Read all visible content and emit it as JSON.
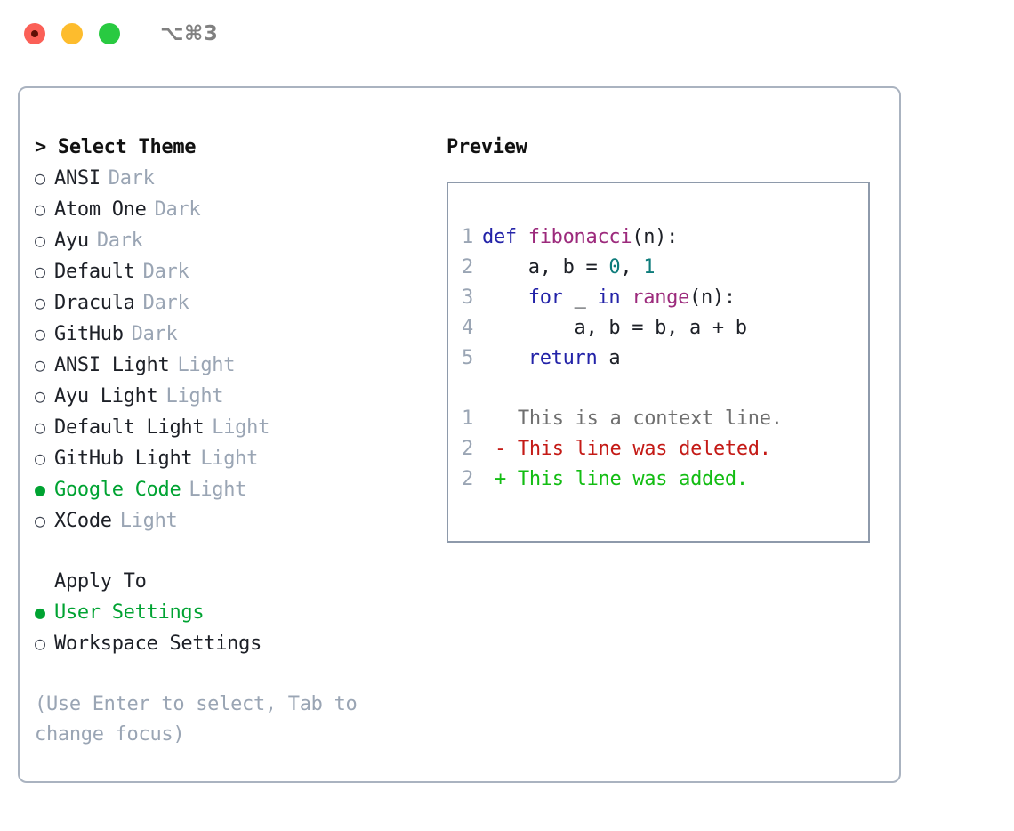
{
  "window": {
    "traffic_lights": [
      "close",
      "minimize",
      "maximize"
    ],
    "shortcut_label": "⌥⌘3",
    "colors": {
      "red": "#fb6057",
      "yellow": "#fdbc2d",
      "green": "#29ca41",
      "accent_green": "#00a332",
      "muted": "#9aa5b4",
      "border": "#aab3c0"
    }
  },
  "theme_picker": {
    "prompt_symbol": ">",
    "title": "Select Theme",
    "bullet_unselected": "○",
    "bullet_selected": "●",
    "themes": [
      {
        "name": "ANSI",
        "kind": "Dark",
        "selected": false
      },
      {
        "name": "Atom One",
        "kind": "Dark",
        "selected": false
      },
      {
        "name": "Ayu",
        "kind": "Dark",
        "selected": false
      },
      {
        "name": "Default",
        "kind": "Dark",
        "selected": false
      },
      {
        "name": "Dracula",
        "kind": "Dark",
        "selected": false
      },
      {
        "name": "GitHub",
        "kind": "Dark",
        "selected": false
      },
      {
        "name": "ANSI Light",
        "kind": "Light",
        "selected": false
      },
      {
        "name": "Ayu Light",
        "kind": "Light",
        "selected": false
      },
      {
        "name": "Default Light",
        "kind": "Light",
        "selected": false
      },
      {
        "name": "GitHub Light",
        "kind": "Light",
        "selected": false
      },
      {
        "name": "Google Code",
        "kind": "Light",
        "selected": true
      },
      {
        "name": "XCode",
        "kind": "Light",
        "selected": false
      }
    ]
  },
  "apply_to": {
    "title": "Apply To",
    "options": [
      {
        "label": "User Settings",
        "selected": true
      },
      {
        "label": "Workspace Settings",
        "selected": false
      }
    ]
  },
  "hint": "(Use Enter to select, Tab to change focus)",
  "preview": {
    "title": "Preview",
    "code_lines": [
      {
        "number": "1",
        "tokens": [
          {
            "text": "def ",
            "type": "kw"
          },
          {
            "text": "fibonacci",
            "type": "fn"
          },
          {
            "text": "(n):",
            "type": "plain"
          }
        ]
      },
      {
        "number": "2",
        "tokens": [
          {
            "text": "    a, b = ",
            "type": "plain"
          },
          {
            "text": "0",
            "type": "num"
          },
          {
            "text": ", ",
            "type": "plain"
          },
          {
            "text": "1",
            "type": "num"
          }
        ]
      },
      {
        "number": "3",
        "tokens": [
          {
            "text": "    ",
            "type": "plain"
          },
          {
            "text": "for",
            "type": "kw"
          },
          {
            "text": " _ ",
            "type": "plain"
          },
          {
            "text": "in",
            "type": "kw"
          },
          {
            "text": " ",
            "type": "plain"
          },
          {
            "text": "range",
            "type": "fn"
          },
          {
            "text": "(n):",
            "type": "plain"
          }
        ]
      },
      {
        "number": "4",
        "tokens": [
          {
            "text": "        a, b = b, a + b",
            "type": "plain"
          }
        ]
      },
      {
        "number": "5",
        "tokens": [
          {
            "text": "    ",
            "type": "plain"
          },
          {
            "text": "return",
            "type": "kw"
          },
          {
            "text": " a",
            "type": "plain"
          }
        ]
      }
    ],
    "diff_lines": [
      {
        "number": "1",
        "marker": " ",
        "text": " This is a context line.",
        "type": "ctx"
      },
      {
        "number": "2",
        "marker": "-",
        "text": " This line was deleted.",
        "type": "del"
      },
      {
        "number": "2",
        "marker": "+",
        "text": " This line was added.",
        "type": "add"
      }
    ]
  }
}
